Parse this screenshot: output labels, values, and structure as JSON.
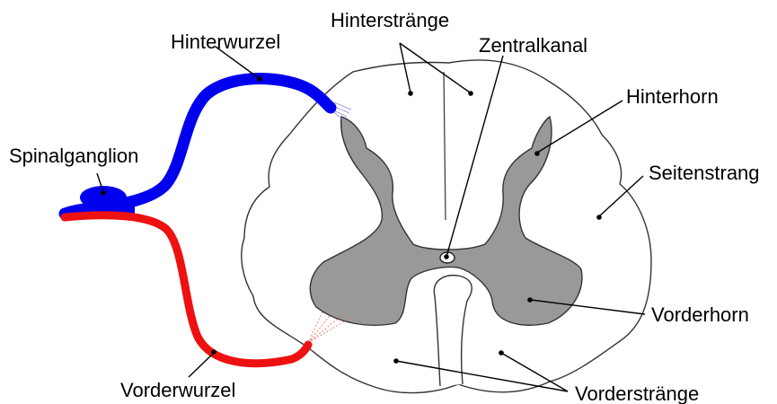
{
  "labels": {
    "hinterstraenge": "Hinterstränge",
    "zentralkanal": "Zentralkanal",
    "hinterwurzel": "Hinterwurzel",
    "hinterhorn": "Hinterhorn",
    "spinalganglion": "Spinalganglion",
    "seitenstrang": "Seitenstrang",
    "vorderhorn": "Vorderhorn",
    "vorderwurzel": "Vorderwurzel",
    "vorderstraenge": "Vorderstränge"
  },
  "colors": {
    "white_matter": "#ffffff",
    "grey_matter": "#999999",
    "outline": "#333333",
    "dorsal_root": "#0000ee",
    "ventral_root": "#ee1111"
  }
}
